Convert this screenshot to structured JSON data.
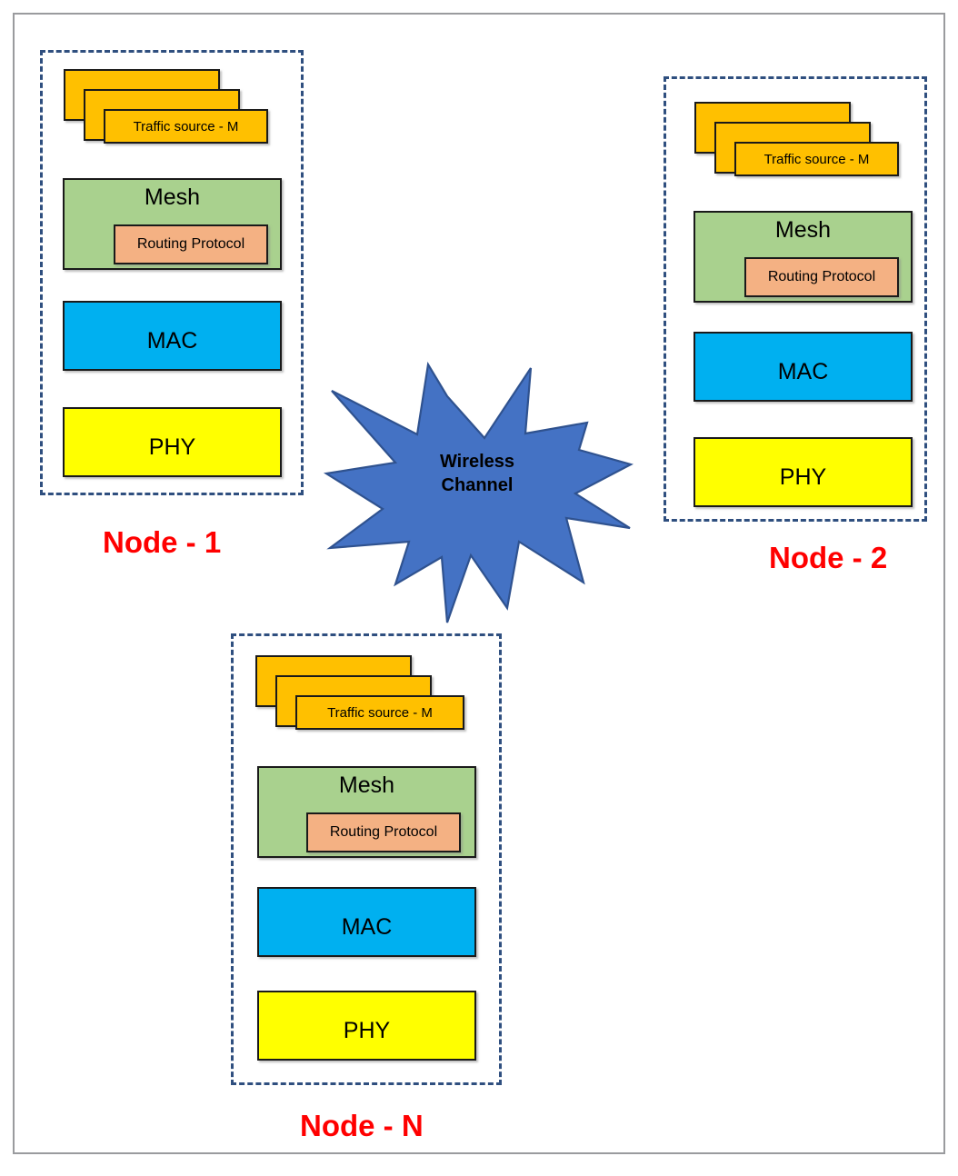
{
  "diagram": {
    "title": "Wireless mesh network node protocol stack diagram",
    "colors": {
      "traffic_source": "#FFC000",
      "mesh": "#A9D18E",
      "routing_protocol": "#F4B183",
      "mac": "#00B0F0",
      "phy": "#FFFF00",
      "wireless_channel": "#4472C4",
      "wireless_channel_stroke": "#2F528F",
      "node_border": "#2F4F7F",
      "node_label": "#FF0000",
      "page_border": "#9A9B9E",
      "block_border": "#1A1A1A"
    }
  },
  "wireless_channel": {
    "label_line1": "Wireless",
    "label_line2": "Channel"
  },
  "nodes": [
    {
      "id": "node-1",
      "label": "Node - 1",
      "layers": {
        "traffic_source": "Traffic source - M",
        "mesh": "Mesh",
        "routing_protocol": "Routing Protocol",
        "mac": "MAC",
        "phy": "PHY"
      }
    },
    {
      "id": "node-2",
      "label": "Node - 2",
      "layers": {
        "traffic_source": "Traffic source - M",
        "mesh": "Mesh",
        "routing_protocol": "Routing Protocol",
        "mac": "MAC",
        "phy": "PHY"
      }
    },
    {
      "id": "node-n",
      "label": "Node - N",
      "layers": {
        "traffic_source": "Traffic source - M",
        "mesh": "Mesh",
        "routing_protocol": "Routing Protocol",
        "mac": "MAC",
        "phy": "PHY"
      }
    }
  ]
}
